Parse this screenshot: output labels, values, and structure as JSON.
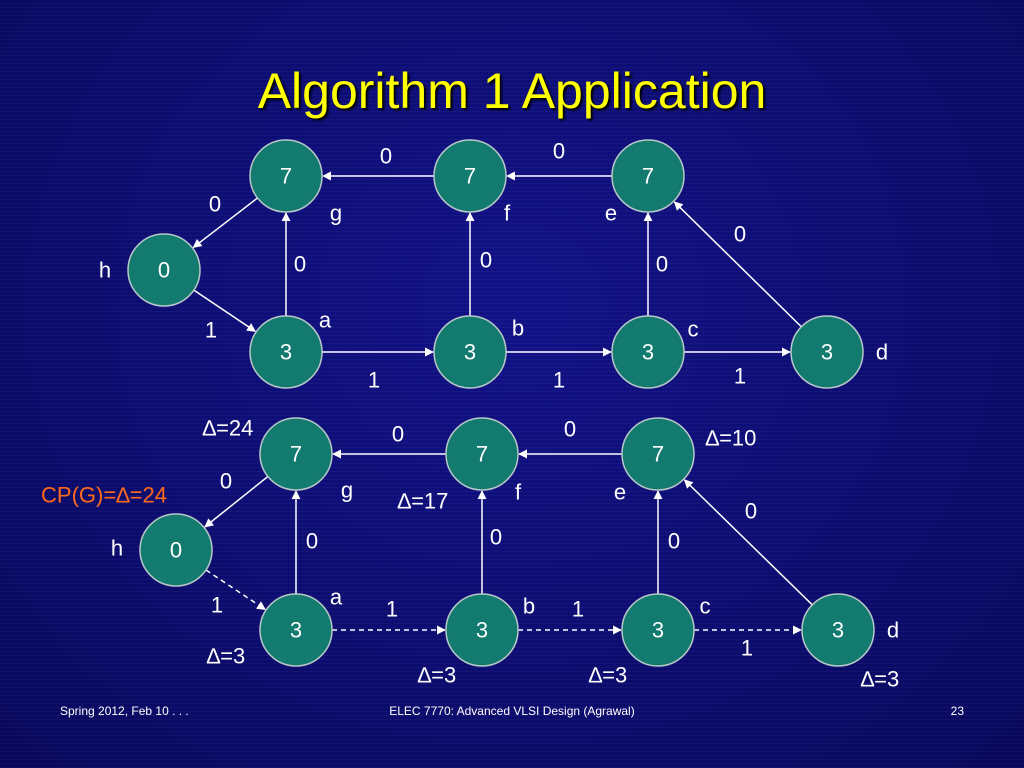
{
  "slide": {
    "title": "Algorithm 1 Application",
    "footer": {
      "left": "Spring 2012, Feb 10 . . .",
      "center": "ELEC 7770: Advanced VLSI Design (Agrawal)",
      "page": "23"
    }
  },
  "colors": {
    "title": "#ffff00",
    "node_fill": "#127a6e",
    "critical_path_label": "#ff6a1a",
    "background": "#0b0b6e"
  },
  "diagrams": [
    {
      "id": "top",
      "nodes": [
        {
          "id": "h",
          "label": "h",
          "value": "0"
        },
        {
          "id": "g",
          "label": "g",
          "value": "7"
        },
        {
          "id": "f",
          "label": "f",
          "value": "7"
        },
        {
          "id": "e",
          "label": "e",
          "value": "7"
        },
        {
          "id": "a",
          "label": "a",
          "value": "3"
        },
        {
          "id": "b",
          "label": "b",
          "value": "3"
        },
        {
          "id": "c",
          "label": "c",
          "value": "3"
        },
        {
          "id": "d",
          "label": "d",
          "value": "3"
        }
      ],
      "edges": [
        {
          "from": "f",
          "to": "g",
          "weight": "0",
          "dashed": false
        },
        {
          "from": "e",
          "to": "f",
          "weight": "0",
          "dashed": false
        },
        {
          "from": "g",
          "to": "h",
          "weight": "0",
          "dashed": false
        },
        {
          "from": "a",
          "to": "g",
          "weight": "0",
          "dashed": false
        },
        {
          "from": "b",
          "to": "f",
          "weight": "0",
          "dashed": false
        },
        {
          "from": "c",
          "to": "e",
          "weight": "0",
          "dashed": false
        },
        {
          "from": "d",
          "to": "e",
          "weight": "0",
          "dashed": false
        },
        {
          "from": "h",
          "to": "a",
          "weight": "1",
          "dashed": false
        },
        {
          "from": "a",
          "to": "b",
          "weight": "1",
          "dashed": false
        },
        {
          "from": "b",
          "to": "c",
          "weight": "1",
          "dashed": false
        },
        {
          "from": "c",
          "to": "d",
          "weight": "1",
          "dashed": false
        }
      ],
      "annotations": []
    },
    {
      "id": "bottom",
      "nodes": [
        {
          "id": "h",
          "label": "h",
          "value": "0"
        },
        {
          "id": "g",
          "label": "g",
          "value": "7"
        },
        {
          "id": "f",
          "label": "f",
          "value": "7"
        },
        {
          "id": "e",
          "label": "e",
          "value": "7"
        },
        {
          "id": "a",
          "label": "a",
          "value": "3"
        },
        {
          "id": "b",
          "label": "b",
          "value": "3"
        },
        {
          "id": "c",
          "label": "c",
          "value": "3"
        },
        {
          "id": "d",
          "label": "d",
          "value": "3"
        }
      ],
      "edges": [
        {
          "from": "f",
          "to": "g",
          "weight": "0",
          "dashed": false
        },
        {
          "from": "e",
          "to": "f",
          "weight": "0",
          "dashed": false
        },
        {
          "from": "g",
          "to": "h",
          "weight": "0",
          "dashed": false
        },
        {
          "from": "a",
          "to": "g",
          "weight": "0",
          "dashed": false
        },
        {
          "from": "b",
          "to": "f",
          "weight": "0",
          "dashed": false
        },
        {
          "from": "c",
          "to": "e",
          "weight": "0",
          "dashed": false
        },
        {
          "from": "d",
          "to": "e",
          "weight": "0",
          "dashed": false
        },
        {
          "from": "h",
          "to": "a",
          "weight": "1",
          "dashed": true
        },
        {
          "from": "a",
          "to": "b",
          "weight": "1",
          "dashed": true
        },
        {
          "from": "b",
          "to": "c",
          "weight": "1",
          "dashed": true
        },
        {
          "from": "c",
          "to": "d",
          "weight": "1",
          "dashed": true
        }
      ],
      "annotations": [
        {
          "text": "∆=24",
          "near": "g"
        },
        {
          "text": "∆=10",
          "near": "e"
        },
        {
          "text": "∆=17",
          "near": "f"
        },
        {
          "text": "∆=3",
          "near": "a"
        },
        {
          "text": "∆=3",
          "near": "b"
        },
        {
          "text": "∆=3",
          "near": "c"
        },
        {
          "text": "∆=3",
          "near": "d"
        },
        {
          "text": "CP(G)=∆=24",
          "near": "h",
          "highlight": true
        }
      ]
    }
  ]
}
